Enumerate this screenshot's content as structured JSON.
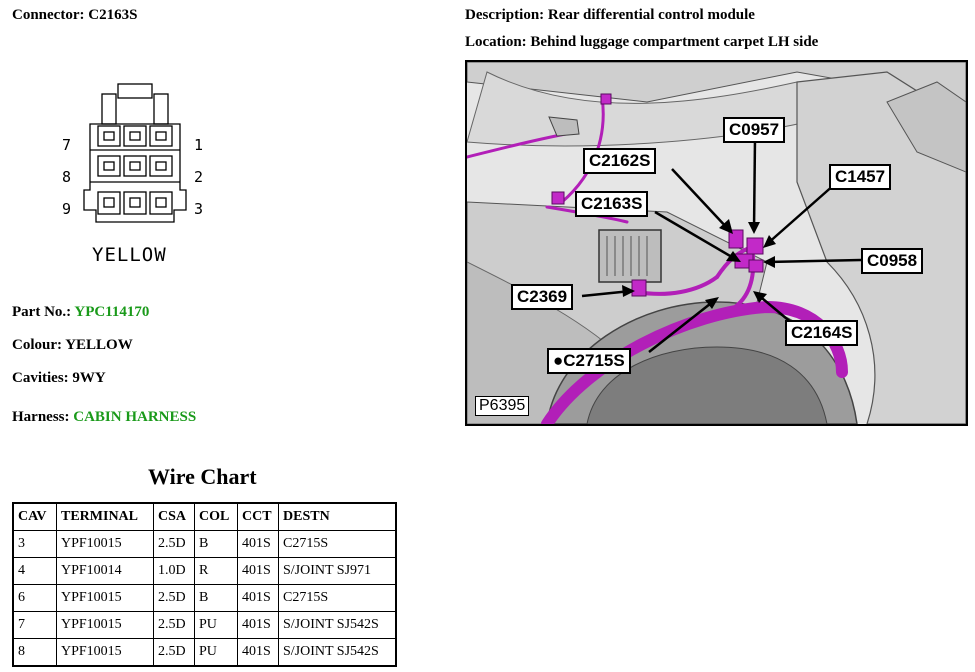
{
  "header": {
    "connector": "Connector: C2163S",
    "description": "Description: Rear differential control module",
    "location": "Location: Behind luggage compartment carpet LH side"
  },
  "connector_diagram": {
    "pins_left": [
      "7",
      "8",
      "9"
    ],
    "pins_right": [
      "1",
      "2",
      "3"
    ],
    "caption": "YELLOW"
  },
  "info": {
    "part_label": "Part No.:",
    "part_value": "YPC114170",
    "colour": "Colour: YELLOW",
    "cavities": "Cavities: 9WY",
    "harness_label": "Harness:",
    "harness_value": "CABIN HARNESS"
  },
  "wire_chart": {
    "title": "Wire Chart",
    "headers": [
      "CAV",
      "TERMINAL",
      "CSA",
      "COL",
      "CCT",
      "DESTN"
    ],
    "rows": [
      [
        "3",
        "YPF10015",
        "2.5D",
        "B",
        "401S",
        "C2715S"
      ],
      [
        "4",
        "YPF10014",
        "1.0D",
        "R",
        "401S",
        "S/JOINT SJ971"
      ],
      [
        "6",
        "YPF10015",
        "2.5D",
        "B",
        "401S",
        "C2715S"
      ],
      [
        "7",
        "YPF10015",
        "2.5D",
        "PU",
        "401S",
        "S/JOINT SJ542S"
      ],
      [
        "8",
        "YPF10015",
        "2.5D",
        "PU",
        "401S",
        "S/JOINT SJ542S"
      ]
    ]
  },
  "photo": {
    "callouts": {
      "c0957": "C0957",
      "c2162s": "C2162S",
      "c1457": "C1457",
      "c2163s": "C2163S",
      "c0958": "C0958",
      "c2369": "C2369",
      "c2164s": "C2164S",
      "c2715s": "●C2715S"
    },
    "ref": "P6395"
  },
  "colors": {
    "green_text": "#1a9a1a",
    "harness_magenta": "#b21fb8"
  }
}
